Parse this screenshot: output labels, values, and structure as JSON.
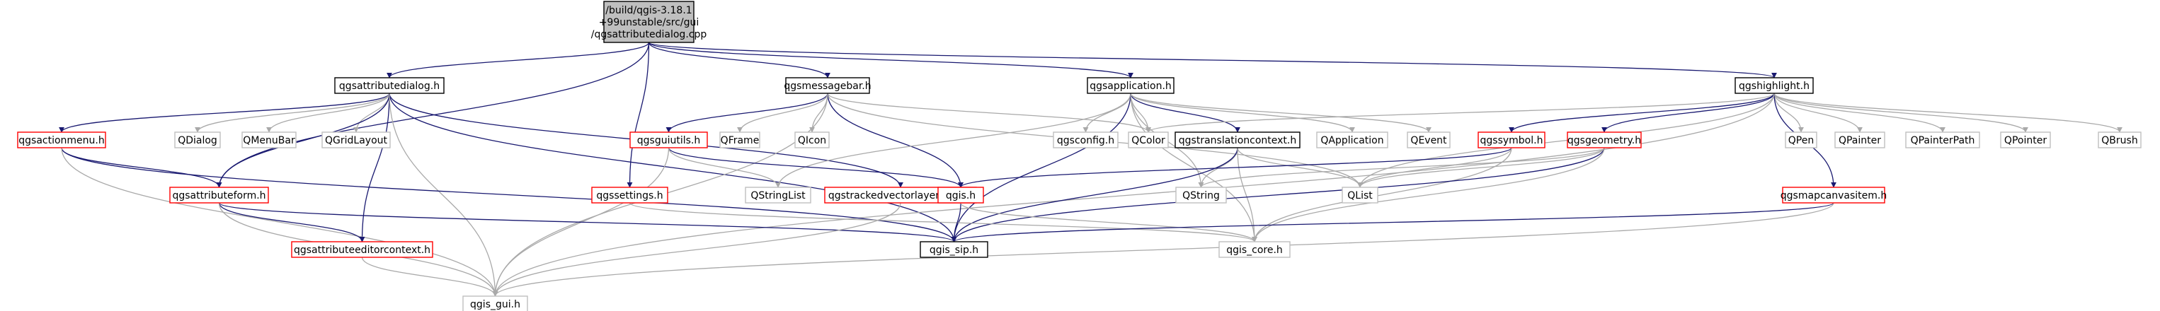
{
  "colors": {
    "background": "#ffffff",
    "root_fill": "#bfbfbf",
    "box_border": "#000000",
    "linked_border": "#ff0000",
    "external_border": "#bfbfbf",
    "edge_included": "#191970",
    "edge_system": "#a9a9a9"
  },
  "nodes": [
    {
      "id": "root",
      "label": "/build/qgis-3.18.1\n+99unstable/src/gui\n/qgsattributedialog.cpp",
      "kind": "root"
    },
    {
      "id": "qgsattributedialog",
      "label": "qgsattributedialog.h",
      "kind": "documented"
    },
    {
      "id": "qgsmessagebar",
      "label": "qgsmessagebar.h",
      "kind": "documented"
    },
    {
      "id": "qgsapplication",
      "label": "qgsapplication.h",
      "kind": "documented"
    },
    {
      "id": "qgshighlight",
      "label": "qgshighlight.h",
      "kind": "documented"
    },
    {
      "id": "qgsactionmenu",
      "label": "qgsactionmenu.h",
      "kind": "truncated"
    },
    {
      "id": "qdialog",
      "label": "QDialog",
      "kind": "external"
    },
    {
      "id": "qmenubar",
      "label": "QMenuBar",
      "kind": "external"
    },
    {
      "id": "qgridlayout",
      "label": "QGridLayout",
      "kind": "external"
    },
    {
      "id": "qgsguiutils",
      "label": "qgsguiutils.h",
      "kind": "truncated"
    },
    {
      "id": "qframe",
      "label": "QFrame",
      "kind": "external"
    },
    {
      "id": "qicon",
      "label": "QIcon",
      "kind": "external"
    },
    {
      "id": "qgsconfig",
      "label": "qgsconfig.h",
      "kind": "external"
    },
    {
      "id": "qcolor",
      "label": "QColor",
      "kind": "external"
    },
    {
      "id": "qgstranslationcontext",
      "label": "qgstranslationcontext.h",
      "kind": "documented"
    },
    {
      "id": "qapplication",
      "label": "QApplication",
      "kind": "external"
    },
    {
      "id": "qevent",
      "label": "QEvent",
      "kind": "external"
    },
    {
      "id": "qgssymbol",
      "label": "qgssymbol.h",
      "kind": "truncated"
    },
    {
      "id": "qgsgeometry",
      "label": "qgsgeometry.h",
      "kind": "truncated"
    },
    {
      "id": "qpen",
      "label": "QPen",
      "kind": "external"
    },
    {
      "id": "qpainter",
      "label": "QPainter",
      "kind": "external"
    },
    {
      "id": "qpainterpath",
      "label": "QPainterPath",
      "kind": "external"
    },
    {
      "id": "qpointer",
      "label": "QPointer",
      "kind": "external"
    },
    {
      "id": "qbrush",
      "label": "QBrush",
      "kind": "external"
    },
    {
      "id": "qgsattributeform",
      "label": "qgsattributeform.h",
      "kind": "truncated"
    },
    {
      "id": "qgssettings",
      "label": "qgssettings.h",
      "kind": "truncated"
    },
    {
      "id": "qgstrackedvectorlayertools",
      "label": "qgstrackedvectorlayertools.h",
      "kind": "truncated"
    },
    {
      "id": "qstringlist",
      "label": "QStringList",
      "kind": "external"
    },
    {
      "id": "qgis",
      "label": "qgis.h",
      "kind": "truncated"
    },
    {
      "id": "qstring",
      "label": "QString",
      "kind": "external"
    },
    {
      "id": "qlist",
      "label": "QList",
      "kind": "external"
    },
    {
      "id": "qgsmapcanvasitem",
      "label": "qgsmapcanvasitem.h",
      "kind": "truncated"
    },
    {
      "id": "qgsattributeeditorcontext",
      "label": "qgsattributeeditorcontext.h",
      "kind": "truncated"
    },
    {
      "id": "qgis_sip",
      "label": "qgis_sip.h",
      "kind": "documented"
    },
    {
      "id": "qgis_core",
      "label": "qgis_core.h",
      "kind": "external"
    },
    {
      "id": "qgis_gui",
      "label": "qgis_gui.h",
      "kind": "external"
    }
  ],
  "edges": [
    [
      "root",
      "qgsattributedialog"
    ],
    [
      "root",
      "qgsmessagebar"
    ],
    [
      "root",
      "qgsapplication"
    ],
    [
      "root",
      "qgshighlight"
    ],
    [
      "root",
      "qgsattributeform"
    ],
    [
      "root",
      "qgssettings"
    ],
    [
      "qgsattributedialog",
      "qgsactionmenu"
    ],
    [
      "qgsattributedialog",
      "qdialog"
    ],
    [
      "qgsattributedialog",
      "qmenubar"
    ],
    [
      "qgsattributedialog",
      "qgridlayout"
    ],
    [
      "qgsattributedialog",
      "qgsattributeform"
    ],
    [
      "qgsattributedialog",
      "qgstrackedvectorlayertools"
    ],
    [
      "qgsattributedialog",
      "qgsattributeeditorcontext"
    ],
    [
      "qgsattributedialog",
      "qgis_sip"
    ],
    [
      "qgsattributedialog",
      "qgis_gui"
    ],
    [
      "qgsmessagebar",
      "qgsguiutils"
    ],
    [
      "qgsmessagebar",
      "qframe"
    ],
    [
      "qgsmessagebar",
      "qicon"
    ],
    [
      "qgsmessagebar",
      "qcolor"
    ],
    [
      "qgsmessagebar",
      "qlist"
    ],
    [
      "qgsmessagebar",
      "qgis"
    ],
    [
      "qgsmessagebar",
      "qgis_gui"
    ],
    [
      "qgsapplication",
      "qgsconfig"
    ],
    [
      "qgsapplication",
      "qcolor"
    ],
    [
      "qgsapplication",
      "qgstranslationcontext"
    ],
    [
      "qgsapplication",
      "qapplication"
    ],
    [
      "qgsapplication",
      "qevent"
    ],
    [
      "qgsapplication",
      "qstringlist"
    ],
    [
      "qgsapplication",
      "qstring"
    ],
    [
      "qgsapplication",
      "qgis_sip"
    ],
    [
      "qgsapplication",
      "qgis_core"
    ],
    [
      "qgshighlight",
      "qcolor"
    ],
    [
      "qgshighlight",
      "qgssymbol"
    ],
    [
      "qgshighlight",
      "qgsgeometry"
    ],
    [
      "qgshighlight",
      "qpen"
    ],
    [
      "qgshighlight",
      "qpainter"
    ],
    [
      "qgshighlight",
      "qpainterpath"
    ],
    [
      "qgshighlight",
      "qpointer"
    ],
    [
      "qgshighlight",
      "qbrush"
    ],
    [
      "qgshighlight",
      "qgsmapcanvasitem"
    ],
    [
      "qgshighlight",
      "qlist"
    ],
    [
      "qgshighlight",
      "qgis_gui"
    ],
    [
      "qgsactionmenu",
      "qgsattributeform"
    ],
    [
      "qgsactionmenu",
      "qgis_sip"
    ],
    [
      "qgsactionmenu",
      "qgis_gui"
    ],
    [
      "qgsguiutils",
      "qgis"
    ],
    [
      "qgsguiutils",
      "qstringlist"
    ],
    [
      "qgsguiutils",
      "qgis_gui"
    ],
    [
      "qgstranslationcontext",
      "qstring"
    ],
    [
      "qgstranslationcontext",
      "qlist"
    ],
    [
      "qgstranslationcontext",
      "qgis_sip"
    ],
    [
      "qgstranslationcontext",
      "qgis_core"
    ],
    [
      "qgssymbol",
      "qgis"
    ],
    [
      "qgssymbol",
      "qlist"
    ],
    [
      "qgssymbol",
      "qgis_core"
    ],
    [
      "qgsgeometry",
      "qstring"
    ],
    [
      "qgsgeometry",
      "qlist"
    ],
    [
      "qgsgeometry",
      "qgis_sip"
    ],
    [
      "qgsgeometry",
      "qgis_core"
    ],
    [
      "qgsattributeform",
      "qgsattributeeditorcontext"
    ],
    [
      "qgsattributeform",
      "qgis_sip"
    ],
    [
      "qgsattributeform",
      "qgis_gui"
    ],
    [
      "qgssettings",
      "qgis_core"
    ],
    [
      "qgstrackedvectorlayertools",
      "qgis_gui"
    ],
    [
      "qgis",
      "qgis_sip"
    ],
    [
      "qgis",
      "qgis_core"
    ],
    [
      "qgsmapcanvasitem",
      "qgis_sip"
    ],
    [
      "qgsmapcanvasitem",
      "qgis_gui"
    ],
    [
      "qgsattributeeditorcontext",
      "qgis_gui"
    ]
  ]
}
